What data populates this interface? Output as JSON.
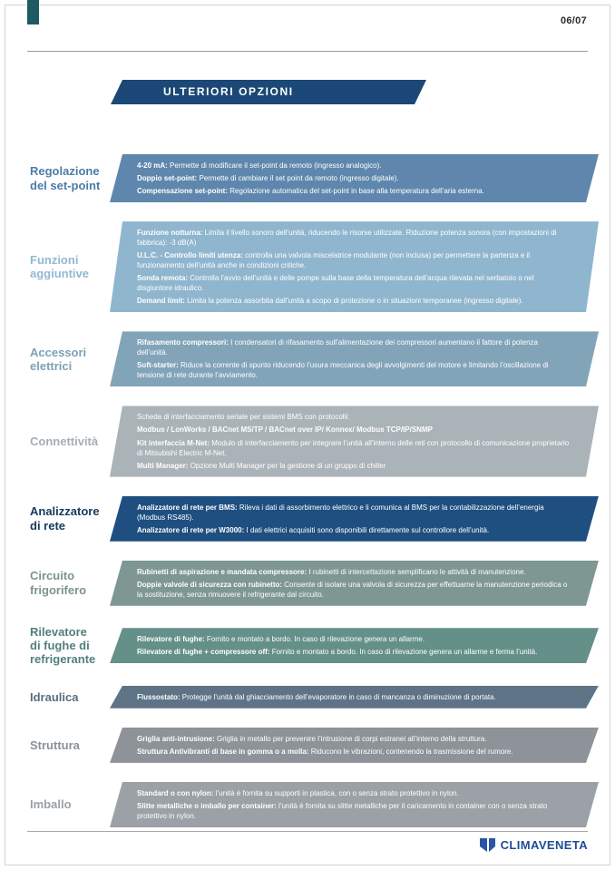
{
  "page": {
    "number": "06/07",
    "title": "ULTERIORI OPZIONI",
    "title_band_color": "#1b4876",
    "corner_tab_color": "#1d5a64"
  },
  "sections": [
    {
      "id": "regolazione-del-set-point",
      "label": "Regolazione\ndel set-point",
      "label_color": "#4c7ca8",
      "band_color": "#5f87ad",
      "items": [
        {
          "term": "4-20 mA:",
          "text": "Permette di modificare il set-point da remoto (ingresso analogico)."
        },
        {
          "term": "Doppio set-point:",
          "text": "Permette di cambiare il set point da remoto (ingresso digitale)."
        },
        {
          "term": "Compensazione set-point:",
          "text": "Regolazione automatica del set-point in base alla temperatura dell’aria esterna."
        }
      ]
    },
    {
      "id": "funzioni-aggiuntive",
      "label": "Funzioni\naggiuntive",
      "label_color": "#92b9d1",
      "band_color": "#8fb6ce",
      "items": [
        {
          "term": "Funzione notturna:",
          "text": "Limita il livello sonoro dell’unità, riducendo le risorse utilizzate. Riduzione potenza sonora (con impostazioni di fabbrica): -3 dB(A)"
        },
        {
          "term": "U.L.C. - Controllo limiti utenza:",
          "text": "controlla una valvola miscelatrice modulante (non inclusa) per permettere la partenza e il funzionamento dell’unità anche in condizioni critiche."
        },
        {
          "term": "Sonda remota:",
          "text": "Controlla l’avvio dell’unità e delle pompe sulla base della temperatura dell’acqua rilevata nel serbatoio o nel disgiuntore idraulico."
        },
        {
          "term": "Demand limit:",
          "text": "Limita la potenza assorbita dall’unità a scopo di protezione o in situazioni temporanee (ingresso digitale)."
        }
      ]
    },
    {
      "id": "accessori-elettrici",
      "label": "Accessori\nelettrici",
      "label_color": "#7fa0b4",
      "band_color": "#82a4b8",
      "items": [
        {
          "term": "Rifasamento compressori:",
          "text": "I condensatori di rifasamento sull’alimentazione dei compressori aumentano il fattore di potenza dell’unità."
        },
        {
          "term": "Soft-starter:",
          "text": "Riduce la corrente di spunto riducendo l’usura meccanica degli avvolgimenti del motore e limitando l’oscillazione di tensione di rete durante l’avviamento."
        }
      ]
    },
    {
      "id": "connettivita",
      "label": "Connettività",
      "label_color": "#a4aeb3",
      "band_color": "#a9b3b8",
      "items": [
        {
          "term": "",
          "text": "Scheda di interfacciamento seriale per sistemi BMS con protocolli:"
        },
        {
          "term": "Modbus / LonWorks / BACnet MS/TP / BACnet over IP/ Konnex/ Modbus TCP/IP/SNMP",
          "text": ""
        },
        {
          "term": "Kit interfaccia M-Net:",
          "text": "Modulo di interfacciamento per integrare l’unità all’interno delle reti con protocollo di comunicazione proprietario di Mitsubishi Electric M-Net."
        },
        {
          "term": "Multi Manager:",
          "text": "Opzione Multi Manager per la gestione di un gruppo di chiller"
        }
      ]
    },
    {
      "id": "analizzatore-di-rete",
      "label": "Analizzatore\ndi rete",
      "label_color": "#16395f",
      "band_color": "#1e4f80",
      "items": [
        {
          "term": "Analizzatore di rete per BMS:",
          "text": "Rileva i dati di assorbimento elettrico e li comunica al BMS per la contabilizzazione dell’energia (Modbus RS485)."
        },
        {
          "term": "Analizzatore di rete per W3000:",
          "text": "I dati elettrici acquisiti sono disponibili direttamente sul controllore dell’unità."
        }
      ]
    },
    {
      "id": "circuito-frigorifero",
      "label": "Circuito\nfrigorifero",
      "label_color": "#7b948f",
      "band_color": "#7e9792",
      "items": [
        {
          "term": "Rubinetti di aspirazione e mandata compressore:",
          "text": "I rubinetti di intercettazione semplificano le attività di manutenzione."
        },
        {
          "term": "Doppie valvole di sicurezza con rubinetto:",
          "text": "Consente di isolare una valvola di sicurezza per effettuarne la manutenzione periodica o la sostituzione, senza rimuovere il refrigerante dal circuito."
        }
      ]
    },
    {
      "id": "rilevatore-di-fughe",
      "label": "Rilevatore\ndi fughe di\nrefrigerante",
      "label_color": "#50807a",
      "band_color": "#649089",
      "items": [
        {
          "term": "Rilevatore di fughe:",
          "text": "Fornito e montato a bordo. In caso di rilevazione genera un allarme."
        },
        {
          "term": "Rilevatore di fughe + compressore off:",
          "text": "Fornito e montato a bordo. In caso di rilevazione genera un allarme e ferma l’unità."
        }
      ]
    },
    {
      "id": "idraulica",
      "label": "Idraulica",
      "label_color": "#5a6e7d",
      "band_color": "#5e7486",
      "items": [
        {
          "term": "Flussostato:",
          "text": "Protegge l’unità dal ghiacciamento dell’evaporatore in caso di mancanza o diminuzione di portata."
        }
      ]
    },
    {
      "id": "struttura",
      "label": "Struttura",
      "label_color": "#8a9196",
      "band_color": "#8d9398",
      "items": [
        {
          "term": "Griglia anti-intrusione:",
          "text": "Griglia in metallo per prevenire l’intrusione di corpi estranei all’interno della struttura."
        },
        {
          "term": "Struttura Antivibranti di base in gomma o a molla:",
          "text": "Riducono le vibrazioni, contenendo la trasmissione del rumore."
        }
      ]
    },
    {
      "id": "imballo",
      "label": "Imballo",
      "label_color": "#9aa0a5",
      "band_color": "#9ba1a6",
      "items": [
        {
          "term": "Standard o con nylon:",
          "text": "l’unità è fornita su supporti in plastica, con o senza strato protettivo in nylon."
        },
        {
          "term": "Slitte metalliche o imballo per container:",
          "text": "l’unità è fornita su slitte metalliche per il caricamento in container con o senza strato protettivo in nylon."
        }
      ]
    }
  ],
  "footer": {
    "logo_text": "CLIMAVENETA",
    "logo_color": "#1d4c99",
    "logo_icon_color": "#2a55a4"
  }
}
